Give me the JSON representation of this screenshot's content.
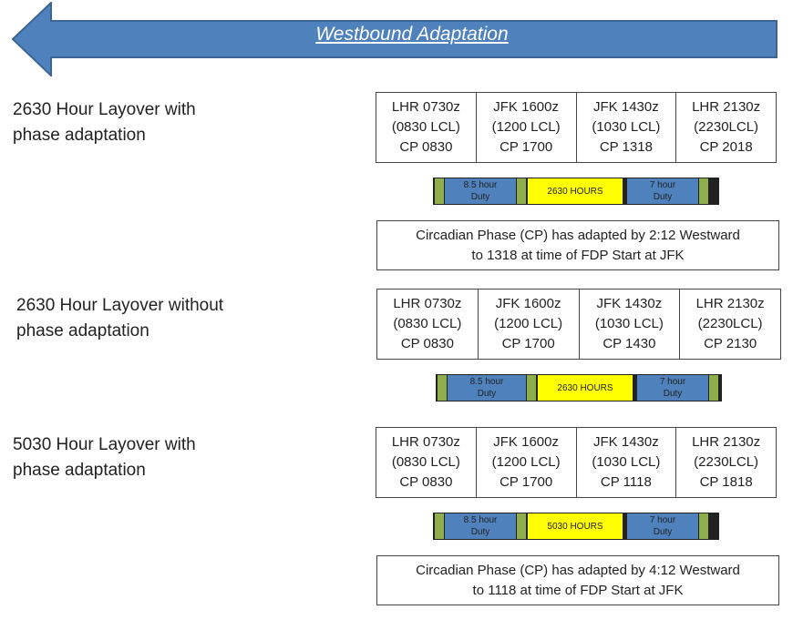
{
  "title": "Westbound Adaptation",
  "colors": {
    "arrow": "#4f81bd",
    "duty": "#4f81bd",
    "layover": "#ffff00",
    "gap": "#8dae4a"
  },
  "scenarios": [
    {
      "label_line1": "2630 Hour Layover with",
      "label_line2": "phase adaptation",
      "cells": [
        {
          "l1": "LHR 0730z",
          "l2": "(0830 LCL)",
          "l3": "CP 0830"
        },
        {
          "l1": "JFK 1600z",
          "l2": "(1200 LCL)",
          "l3": "CP 1700"
        },
        {
          "l1": "JFK 1430z",
          "l2": "(1030 LCL)",
          "l3": "CP 1318"
        },
        {
          "l1": "LHR 2130z",
          "l2": "(2230LCL)",
          "l3": "CP 2018"
        }
      ],
      "timeline": {
        "duty1_line1": "8.5 hour",
        "duty1_line2": "Duty",
        "layover": "2630 HOURS",
        "duty2_line1": "7 hour",
        "duty2_line2": "Duty"
      },
      "note_line1": "Circadian Phase (CP)  has adapted by 2:12 Westward",
      "note_line2": "to 1318 at time of FDP Start at JFK"
    },
    {
      "label_line1": "2630 Hour Layover without",
      "label_line2": "phase adaptation",
      "cells": [
        {
          "l1": "LHR 0730z",
          "l2": "(0830 LCL)",
          "l3": "CP 0830"
        },
        {
          "l1": "JFK 1600z",
          "l2": "(1200 LCL)",
          "l3": "CP 1700"
        },
        {
          "l1": "JFK 1430z",
          "l2": "(1030 LCL)",
          "l3": "CP 1430"
        },
        {
          "l1": "LHR 2130z",
          "l2": "(2230LCL)",
          "l3": "CP 2130"
        }
      ],
      "timeline": {
        "duty1_line1": "8.5 hour",
        "duty1_line2": "Duty",
        "layover": "2630 HOURS",
        "duty2_line1": "7 hour",
        "duty2_line2": "Duty"
      }
    },
    {
      "label_line1": "5030 Hour Layover with",
      "label_line2": "phase adaptation",
      "cells": [
        {
          "l1": "LHR 0730z",
          "l2": "(0830 LCL)",
          "l3": "CP 0830"
        },
        {
          "l1": "JFK 1600z",
          "l2": "(1200 LCL)",
          "l3": "CP 1700"
        },
        {
          "l1": "JFK 1430z",
          "l2": "(1030 LCL)",
          "l3": "CP 1118"
        },
        {
          "l1": "LHR 2130z",
          "l2": "(2230LCL)",
          "l3": "CP 1818"
        }
      ],
      "timeline": {
        "duty1_line1": "8.5 hour",
        "duty1_line2": "Duty",
        "layover": "5030 HOURS",
        "duty2_line1": "7 hour",
        "duty2_line2": "Duty"
      },
      "note_line1": "Circadian Phase (CP)  has adapted by 4:12 Westward",
      "note_line2": "to 1118 at time of FDP Start at JFK"
    }
  ]
}
